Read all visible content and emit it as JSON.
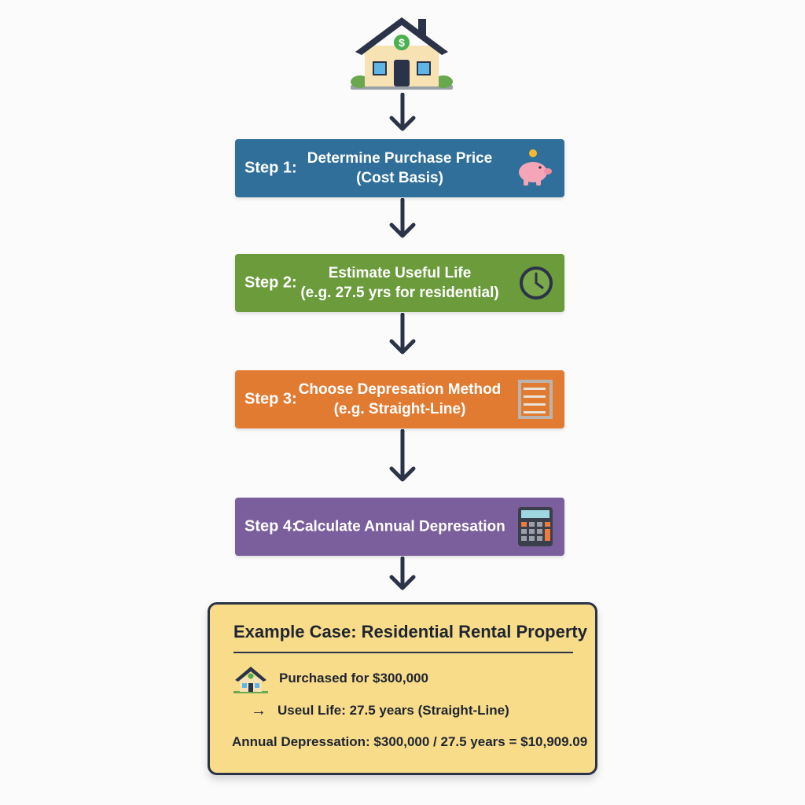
{
  "header_icon": "house-dollar-icon",
  "steps": [
    {
      "label": "Step 1:",
      "text": "Determine Purchase Price",
      "sub": "(Cost Basis)",
      "icon": "piggy-bank-icon",
      "color": "#2f6f99"
    },
    {
      "label": "Step 2:",
      "text": "Estimate Useful Life",
      "sub": "(e.g. 27.5 yrs for residential)",
      "icon": "clock-icon",
      "color": "#6b9b3b"
    },
    {
      "label": "Step 3:",
      "text": "Choose Depresation Method",
      "sub": "(e.g. Straight-Line)",
      "icon": "abacus-icon",
      "color": "#e27b32"
    },
    {
      "label": "Step 4:",
      "text": "Calculate Annual Depresation",
      "sub": "",
      "icon": "calculator-icon",
      "color": "#7b5e9c"
    }
  ],
  "example": {
    "title": "Example Case: Residential Rental Property",
    "purchased": "Purchased for $300,000",
    "arrow": "→",
    "useful_life": "Useul Life: 27.5 years (Straight-Line)",
    "annual": "Annual Depressation: $300,000 / 27.5 years = $10,909.09"
  }
}
